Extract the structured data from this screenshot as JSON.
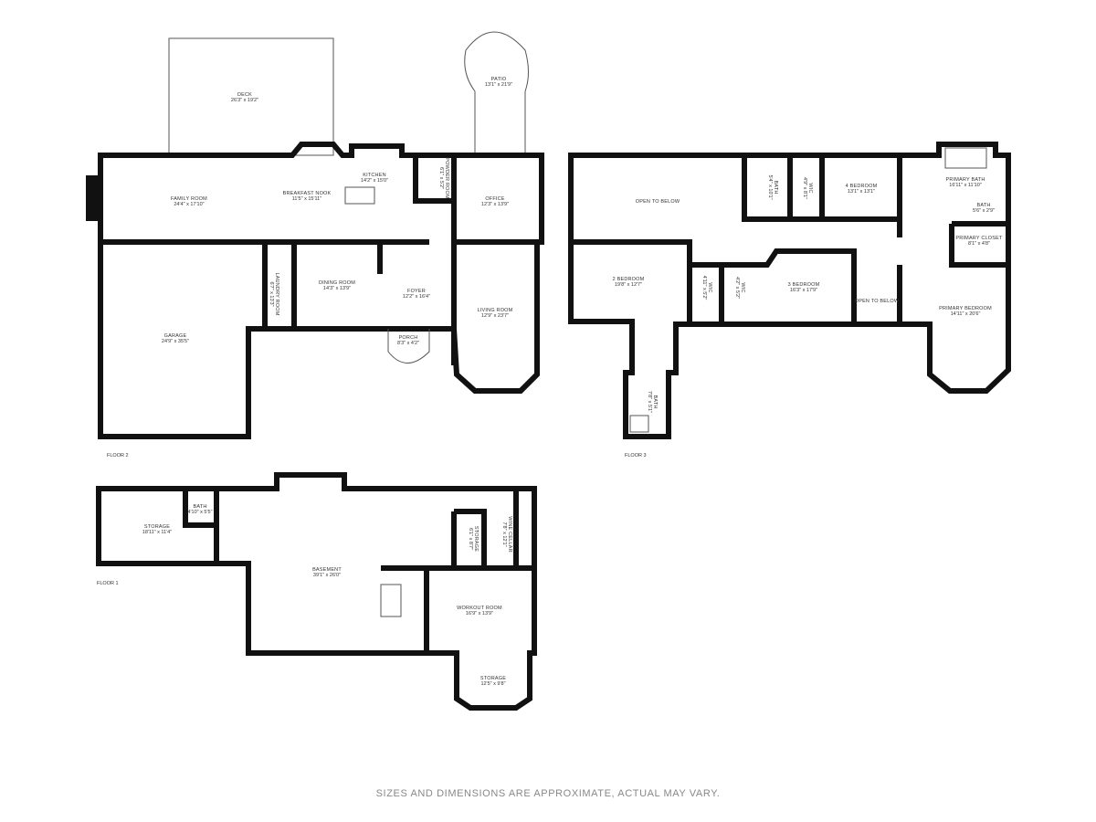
{
  "floors": {
    "floor2": {
      "label": "FLOOR 2",
      "rooms": [
        {
          "name": "DECK",
          "dim": "26'3\" x 19'2\""
        },
        {
          "name": "PATIO",
          "dim": "13'1\" x 21'9\""
        },
        {
          "name": "FAMILY ROOM",
          "dim": "24'4\" x 17'10\""
        },
        {
          "name": "BREAKFAST NOOK",
          "dim": "11'5\" x 15'11\""
        },
        {
          "name": "KITCHEN",
          "dim": "14'2\" x 15'0\""
        },
        {
          "name": "POWDER ROOM",
          "dim": "6'1\" x 5'2\""
        },
        {
          "name": "OFFICE",
          "dim": "12'3\" x 13'9\""
        },
        {
          "name": "LAUNDRY ROOM",
          "dim": "6'7\" x 13'3\""
        },
        {
          "name": "DINING ROOM",
          "dim": "14'3\" x 13'9\""
        },
        {
          "name": "FOYER",
          "dim": "12'2\" x 16'4\""
        },
        {
          "name": "LIVING ROOM",
          "dim": "12'9\" x 23'7\""
        },
        {
          "name": "PORCH",
          "dim": "8'3\" x 4'2\""
        },
        {
          "name": "GARAGE",
          "dim": "24'9\" x 35'5\""
        }
      ]
    },
    "floor3": {
      "label": "FLOOR 3",
      "rooms": [
        {
          "name": "OPEN TO BELOW",
          "dim": ""
        },
        {
          "name": "BATH",
          "dim": "5'4\" x 10'1\""
        },
        {
          "name": "WIC",
          "dim": "4'9\" x 8'1\""
        },
        {
          "name": "4 BEDROOM",
          "dim": "13'1\" x 13'1\""
        },
        {
          "name": "PRIMARY BATH",
          "dim": "16'11\" x 11'10\""
        },
        {
          "name": "BATH",
          "dim": "5'6\" x 2'9\""
        },
        {
          "name": "PRIMARY CLOSET",
          "dim": "8'1\" x 4'8\""
        },
        {
          "name": "2 BEDROOM",
          "dim": "19'8\" x 12'7\""
        },
        {
          "name": "WIC",
          "dim": "4'11\" x 5'2\""
        },
        {
          "name": "WIC",
          "dim": "4'2\" x 5'2\""
        },
        {
          "name": "3 BEDROOM",
          "dim": "16'3\" x 17'9\""
        },
        {
          "name": "OPEN TO BELOW",
          "dim": ""
        },
        {
          "name": "PRIMARY BEDROOM",
          "dim": "14'11\" x 20'6\""
        },
        {
          "name": "BATH",
          "dim": "7'8\" x 5'1\""
        }
      ]
    },
    "floor1": {
      "label": "FLOOR 1",
      "rooms": [
        {
          "name": "STORAGE",
          "dim": "18'11\" x 11'4\""
        },
        {
          "name": "BATH",
          "dim": "4'10\" x 5'5\""
        },
        {
          "name": "BASEMENT",
          "dim": "39'1\" x 26'0\""
        },
        {
          "name": "STORAGE",
          "dim": "6'1\" x 8'7\""
        },
        {
          "name": "WINE CELLAR",
          "dim": "7'8\" x 12'1\""
        },
        {
          "name": "WORKOUT ROOM",
          "dim": "16'9\" x 13'9\""
        },
        {
          "name": "STORAGE",
          "dim": "12'5\" x 9'8\""
        }
      ]
    }
  },
  "disclaimer": "SIZES AND DIMENSIONS ARE APPROXIMATE, ACTUAL MAY VARY."
}
